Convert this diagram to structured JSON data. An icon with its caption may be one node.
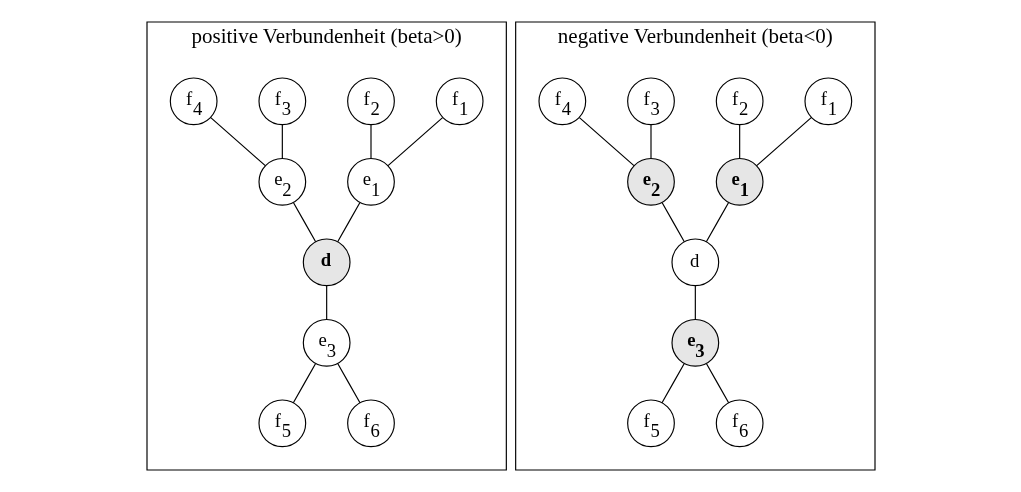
{
  "diagram": {
    "nodes": [
      {
        "text": [
          "positive Verbundenheit (beta>0)"
        ]
      },
      {
        "text": [
          "f$_{1}$"
        ],
        "in": 0
      },
      {
        "text": [
          "f$_{3}$"
        ],
        "in": 0
      },
      {
        "text": [
          "e$_{1}$"
        ],
        "in": 0
      },
      {
        "text": [
          "e$_{2}$"
        ],
        "in": 0
      },
      {
        "text": [
          "f$_{2}$"
        ],
        "in": 0
      },
      {
        "text": [
          "d"
        ],
        "in": 0
      },
      {
        "text": [
          "f$_{4}$"
        ],
        "in": 0
      },
      {
        "text": [
          "e$_{3}$"
        ],
        "in": 0
      },
      {
        "text": [
          "f$_{5}$"
        ],
        "in": 0
      },
      {
        "text": [
          "f$_{6}$"
        ],
        "in": 0
      },
      {
        "text": [
          "negative Verbundenheit (beta<0)"
        ]
      },
      {
        "text": [
          "f$_{1}$"
        ],
        "in": 11
      },
      {
        "text": [
          "f$_{3}$"
        ],
        "in": 11
      },
      {
        "text": [
          "e$_{1}$"
        ],
        "in": 11
      },
      {
        "text": [
          "e$_{2}$"
        ],
        "in": 11
      },
      {
        "text": [
          "f$_{2}$"
        ],
        "in": 11
      },
      {
        "text": [
          "d"
        ],
        "in": 11
      },
      {
        "text": [
          "f$_{4}$"
        ],
        "in": 11
      },
      {
        "text": [
          "e$_{3}$"
        ],
        "in": 11
      },
      {
        "text": [
          "f$_{5}$"
        ],
        "in": 11
      },
      {
        "text": [
          "f$_{6}$"
        ],
        "in": 11
      }
    ],
    "edges": [
      {
        "from": 1,
        "to": 3,
        "arrow": "none"
      },
      {
        "from": 5,
        "to": 3,
        "arrow": "none"
      },
      {
        "from": 3,
        "to": 6,
        "arrow": "none"
      },
      {
        "from": 2,
        "to": 4,
        "arrow": "none"
      },
      {
        "from": 7,
        "to": 4,
        "arrow": "none"
      },
      {
        "from": 4,
        "to": 6,
        "arrow": "none"
      },
      {
        "from": 6,
        "to": 8,
        "arrow": "none"
      },
      {
        "from": 8,
        "to": 9,
        "arrow": "none"
      },
      {
        "from": 8,
        "to": 10,
        "arrow": "none"
      },
      {
        "from": 12,
        "to": 14,
        "arrow": "none"
      },
      {
        "from": 16,
        "to": 14,
        "arrow": "none"
      },
      {
        "from": 14,
        "to": 17,
        "arrow": "none"
      },
      {
        "from": 13,
        "to": 15,
        "arrow": "none"
      },
      {
        "from": 18,
        "to": 15,
        "arrow": "none"
      },
      {
        "from": 15,
        "to": 17,
        "arrow": "none"
      },
      {
        "from": 17,
        "to": 19,
        "arrow": "none"
      },
      {
        "from": 19,
        "to": 20,
        "arrow": "none"
      },
      {
        "from": 19,
        "to": 21,
        "arrow": "none"
      }
    ]
  }
}
